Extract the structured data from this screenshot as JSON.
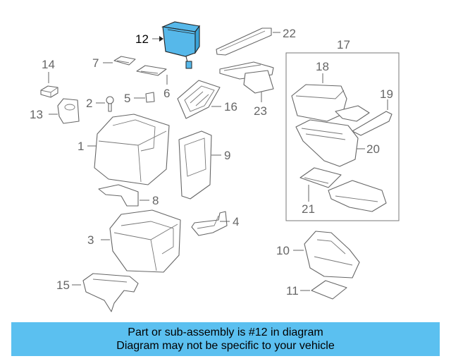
{
  "colors": {
    "highlight": "#56b8ea",
    "banner_bg": "#5bc0f0",
    "line": "#666666",
    "label": "#666666"
  },
  "callouts": [
    {
      "id": "1",
      "text": "1"
    },
    {
      "id": "2",
      "text": "2"
    },
    {
      "id": "3",
      "text": "3"
    },
    {
      "id": "4",
      "text": "4"
    },
    {
      "id": "5",
      "text": "5"
    },
    {
      "id": "6",
      "text": "6"
    },
    {
      "id": "7",
      "text": "7"
    },
    {
      "id": "8",
      "text": "8"
    },
    {
      "id": "9",
      "text": "9"
    },
    {
      "id": "10",
      "text": "10"
    },
    {
      "id": "11",
      "text": "11"
    },
    {
      "id": "12",
      "text": "12"
    },
    {
      "id": "13",
      "text": "13"
    },
    {
      "id": "14",
      "text": "14"
    },
    {
      "id": "15",
      "text": "15"
    },
    {
      "id": "16",
      "text": "16"
    },
    {
      "id": "17",
      "text": "17"
    },
    {
      "id": "18",
      "text": "18"
    },
    {
      "id": "19",
      "text": "19"
    },
    {
      "id": "20",
      "text": "20"
    },
    {
      "id": "21",
      "text": "21"
    },
    {
      "id": "22",
      "text": "22"
    },
    {
      "id": "23",
      "text": "23"
    }
  ],
  "highlighted_part": "12",
  "banner": {
    "line1": "Part or sub-assembly is #12 in diagram",
    "line2": "Diagram may not be specific to your vehicle"
  }
}
